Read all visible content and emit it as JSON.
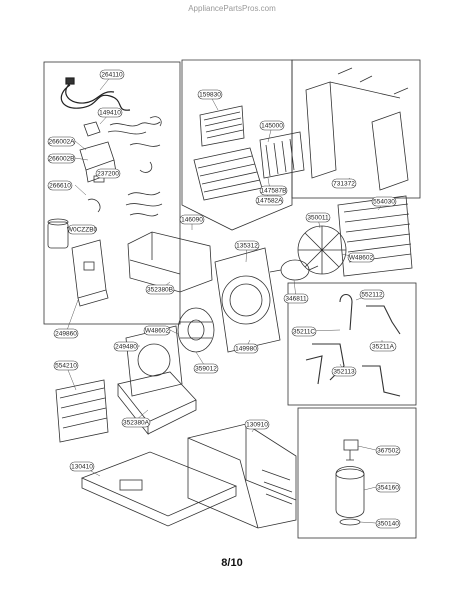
{
  "header": {
    "site": "AppliancePartsPros.com"
  },
  "footer": {
    "page": "8/10"
  },
  "parts": [
    "264110",
    "149410",
    "266002A",
    "266002B",
    "237200",
    "266610",
    "W0CZZB0",
    "159830",
    "145000",
    "147587B",
    "147582A",
    "731372",
    "554030",
    "135312",
    "146090",
    "350011",
    "W48602",
    "352380B",
    "346811",
    "249860",
    "149980",
    "W48602",
    "249480",
    "359012",
    "554210",
    "352380A",
    "130910",
    "130410",
    "552112",
    "35211C",
    "35211A",
    "352113",
    "367502",
    "354160",
    "350140"
  ]
}
